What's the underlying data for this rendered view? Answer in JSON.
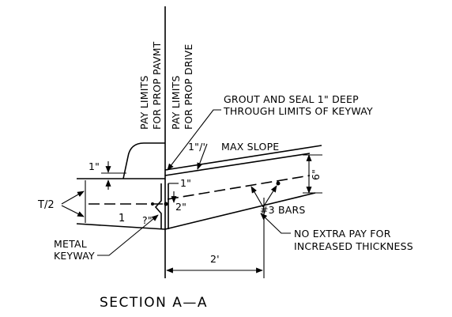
{
  "labels": {
    "pay_limits_pavmt_1": "PAY LIMITS",
    "pay_limits_pavmt_2": "FOR PROP PAVMT",
    "pay_limits_drive_1": "PAY LIMITS",
    "pay_limits_drive_2": "FOR PROP DRIVE",
    "grout_1": "GROUT AND SEAL 1\" DEEP",
    "grout_2": "THROUGH LIMITS OF KEYWAY",
    "max_slope": "MAX SLOPE",
    "slope_ratio": "1\"/'",
    "dim_1in_top": "1\"",
    "dim_1in_mid": "1\"",
    "dim_2in": "2\"",
    "dim_6in": "6\"",
    "t_half": "T/2",
    "one": "1",
    "question": "?\"",
    "bars": "#3 BARS",
    "metal_keyway_1": "METAL",
    "metal_keyway_2": "KEYWAY",
    "no_extra_1": "NO EXTRA PAY FOR",
    "no_extra_2": "INCREASED THICKNESS",
    "dim_2ft": "2'",
    "section_title": "SECTION A—A"
  }
}
